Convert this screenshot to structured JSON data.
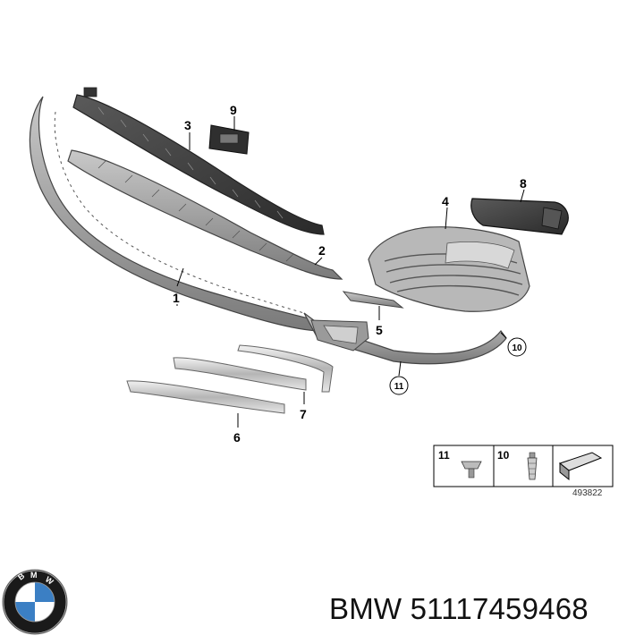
{
  "callouts": {
    "p1": "1",
    "p2": "2",
    "p3": "3",
    "p4": "4",
    "p5": "5",
    "p6": "6",
    "p7": "7",
    "p8": "8",
    "p9": "9",
    "p10": "10",
    "p11": "11"
  },
  "legend": {
    "item_a": "11",
    "item_b": "10",
    "diagram_id": "493822"
  },
  "brand": {
    "logo_letters": "BMW",
    "colors": {
      "blue": "#3b7fc4",
      "ring": "#1a1a1a",
      "white": "#ffffff"
    }
  },
  "caption": {
    "brand": "BMW",
    "part_number": "51117459468"
  }
}
